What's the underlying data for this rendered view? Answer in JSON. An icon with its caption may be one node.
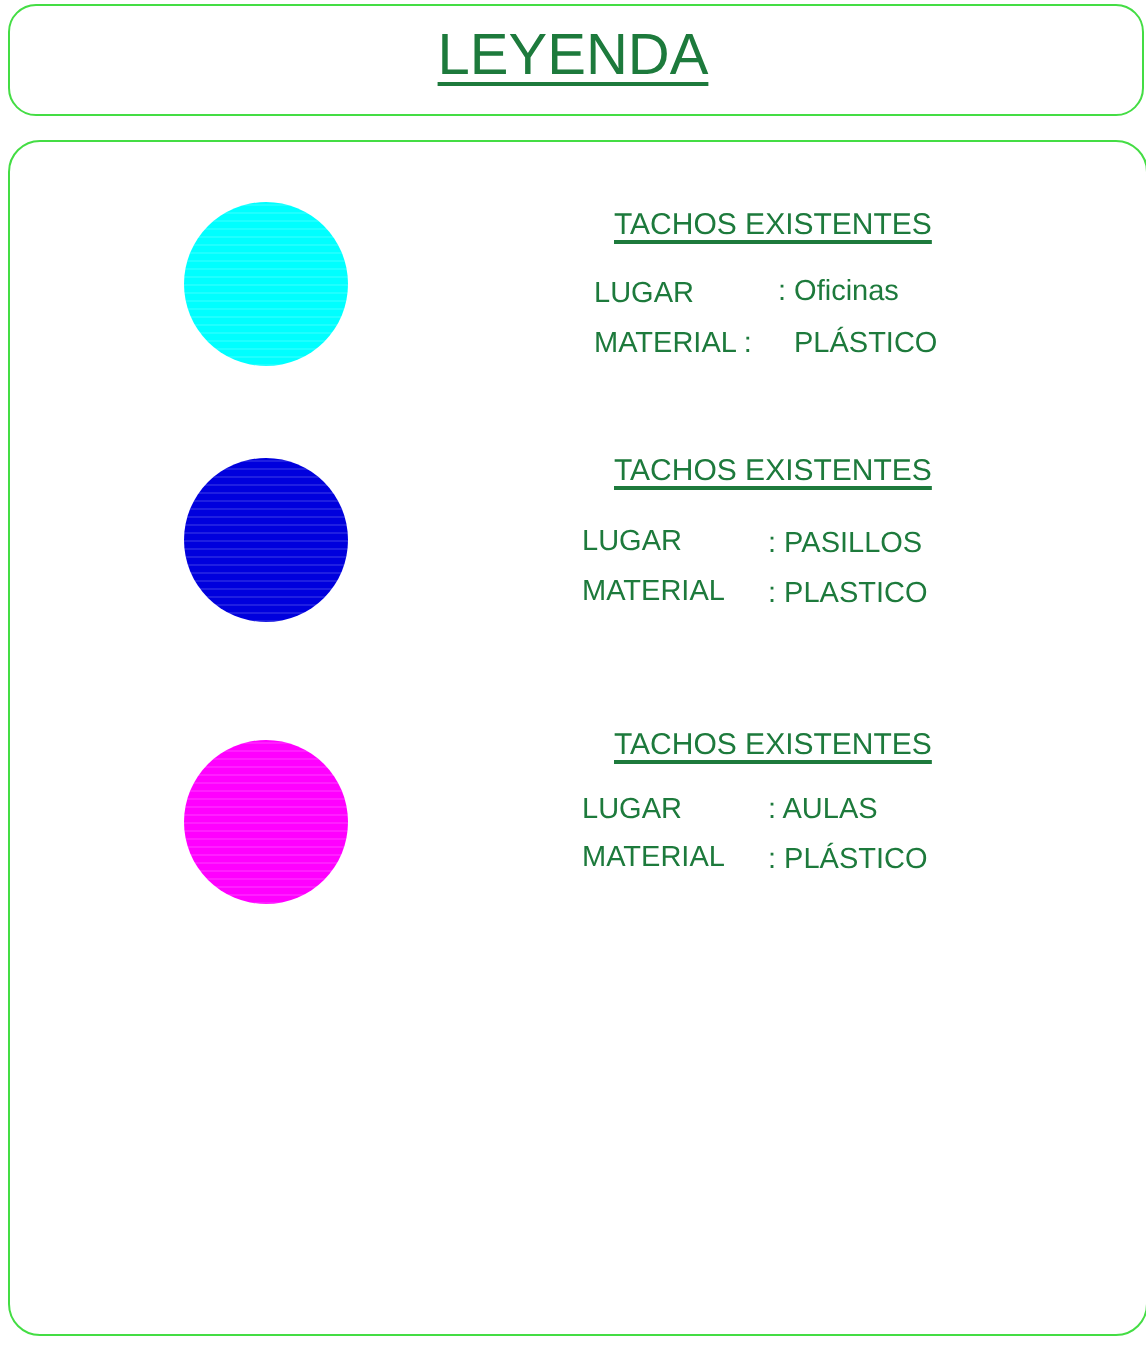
{
  "diagram": {
    "title": "LEYENDA",
    "legend": [
      {
        "text": "TACHOS EXISTENTES",
        "color": "#00ffff"
      },
      {
        "text": "TACHOS EXISTENTES",
        "color": "#0000dd"
      },
      {
        "text": "TACHOS EXISTENTES",
        "color": "#ff00ff"
      }
    ],
    "labels": [
      "LUGAR",
      ": Oficinas",
      "MATERIAL :",
      "PLÁSTICO",
      "LUGAR",
      ": PASILLOS",
      "MATERIAL",
      ": PLASTICO",
      "LUGAR",
      ": AULAS",
      "MATERIAL",
      ": PLÁSTICO"
    ]
  }
}
